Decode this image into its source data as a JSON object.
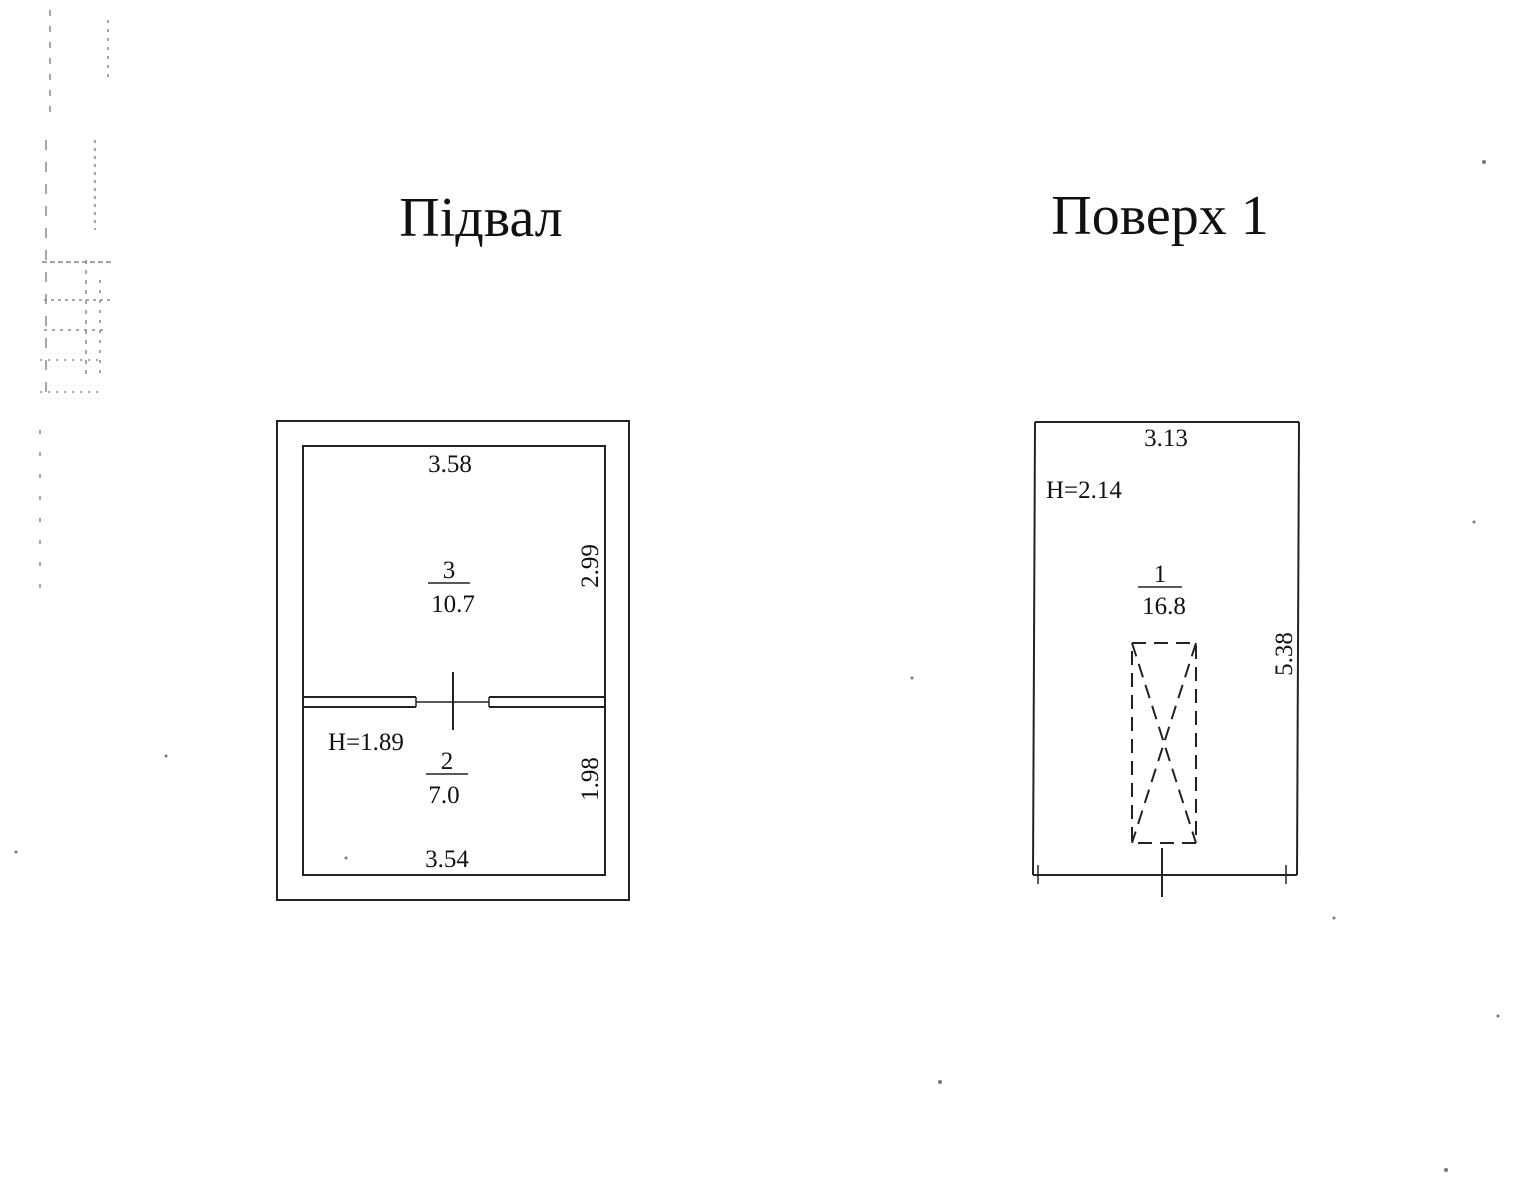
{
  "colors": {
    "ink": "#111111",
    "paper": "#ffffff"
  },
  "basement": {
    "title": "Підвал",
    "height_label": "H=1.89",
    "room_3": {
      "number": "3",
      "area": "10.7",
      "width_label": "3.58",
      "depth_label": "2.99"
    },
    "room_2": {
      "number": "2",
      "area": "7.0",
      "width_label": "3.54",
      "depth_label": "1.98"
    }
  },
  "floor_1": {
    "title": "Поверх 1",
    "height_label": "H=2.14",
    "room_1": {
      "number": "1",
      "area": "16.8",
      "width_label": "3.13",
      "depth_label": "5.38"
    },
    "opening_symbol": "dashed-crossed-rectangle"
  }
}
